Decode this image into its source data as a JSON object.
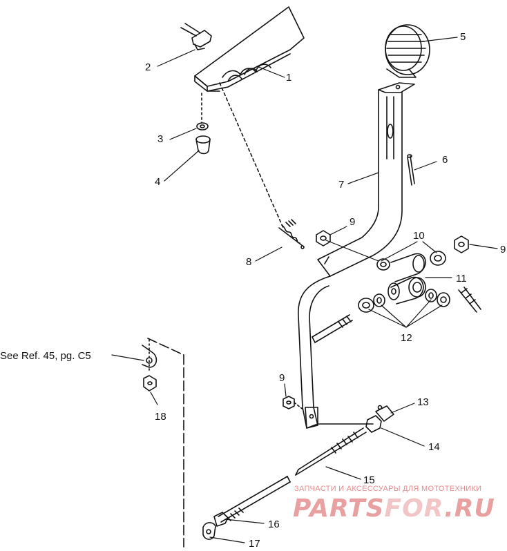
{
  "callouts": {
    "c1": "1",
    "c2": "2",
    "c3": "3",
    "c4": "4",
    "c5": "5",
    "c6": "6",
    "c7": "7",
    "c8": "8",
    "c9a": "9",
    "c9b": "9",
    "c9c": "9",
    "c10": "10",
    "c11": "11",
    "c12": "12",
    "c13": "13",
    "c14": "14",
    "c15": "15",
    "c16": "16",
    "c17": "17",
    "c18": "18",
    "ref": "See Ref. 45, pg. C5"
  },
  "watermark": {
    "tagline": "ЗАПЧАСТИ И АКСЕССУАРЫ ДЛЯ МОТОТЕХНИКИ",
    "logo_left": "PARTS",
    "logo_mid": "FOR",
    "logo_right": ".RU",
    "color": "#e8a0a0"
  },
  "colors": {
    "line": "#111111",
    "background": "#ffffff"
  }
}
